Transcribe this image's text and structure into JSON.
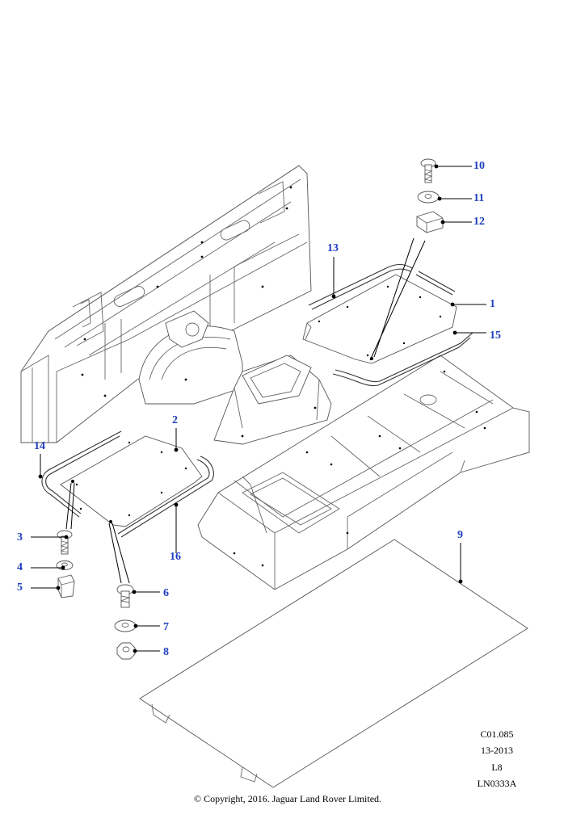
{
  "callouts": {
    "c1": "1",
    "c2": "2",
    "c3": "3",
    "c4": "4",
    "c5": "5",
    "c6": "6",
    "c7": "7",
    "c8": "8",
    "c9": "9",
    "c10": "10",
    "c11": "11",
    "c12": "12",
    "c13": "13",
    "c14": "14",
    "c15": "15",
    "c16": "16"
  },
  "reference": {
    "code": "C01.085",
    "date": "13-2013",
    "level": "L8",
    "illustration": "LN0333A"
  },
  "copyright": "© Copyright, 2016. Jaguar Land Rover Limited.",
  "colors": {
    "callout": "#1f3fbf",
    "line": "#555555"
  }
}
